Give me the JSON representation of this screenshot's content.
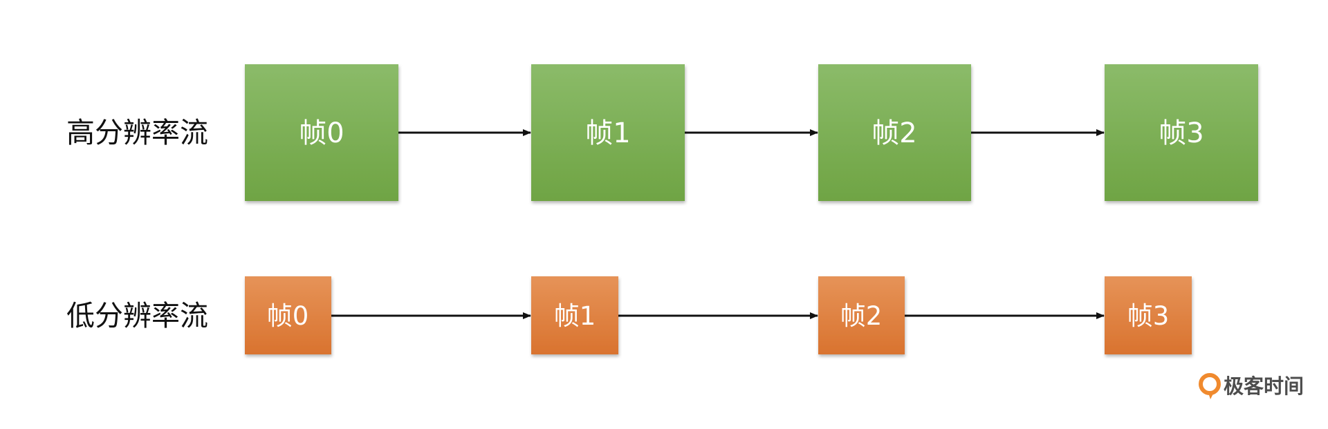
{
  "rows": [
    {
      "label": "高分辨率流",
      "frames": [
        "帧0",
        "帧1",
        "帧2",
        "帧3"
      ]
    },
    {
      "label": "低分辨率流",
      "frames": [
        "帧0",
        "帧1",
        "帧2",
        "帧3"
      ]
    }
  ],
  "colors": {
    "high_res_top": "#8bbb69",
    "high_res_bottom": "#6fa444",
    "low_res_top": "#e69358",
    "low_res_bottom": "#d9732f",
    "arrow": "#111111",
    "logo_accent": "#f08a2e"
  },
  "logo": {
    "text": "极客时间",
    "icon": "geektime-logo-icon"
  }
}
